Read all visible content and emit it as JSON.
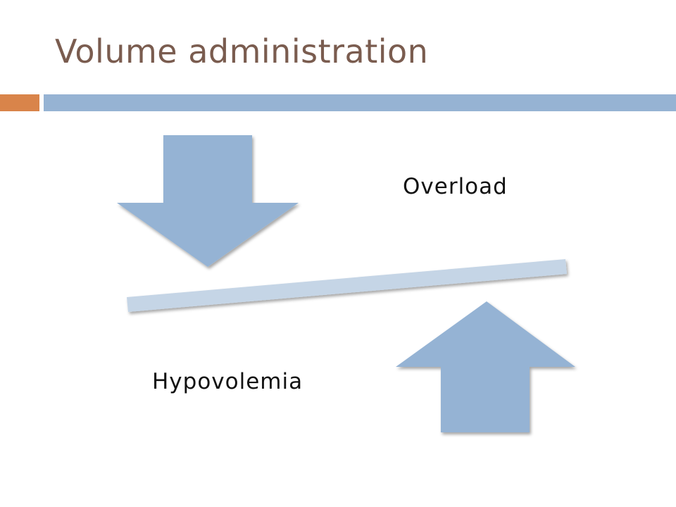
{
  "slide": {
    "title": "Volume administration",
    "labels": {
      "overload": "Overload",
      "hypovolemia": "Hypovolemia"
    }
  },
  "colors": {
    "title": "#7a5c4f",
    "accent_orange": "#d9844a",
    "accent_blue": "#96b3d3",
    "arrow_fill": "#95b3d4",
    "beam_fill": "#c5d5e6",
    "text": "#111111"
  },
  "icons": {
    "down_arrow": "arrow-down-icon",
    "up_arrow": "arrow-up-icon"
  }
}
